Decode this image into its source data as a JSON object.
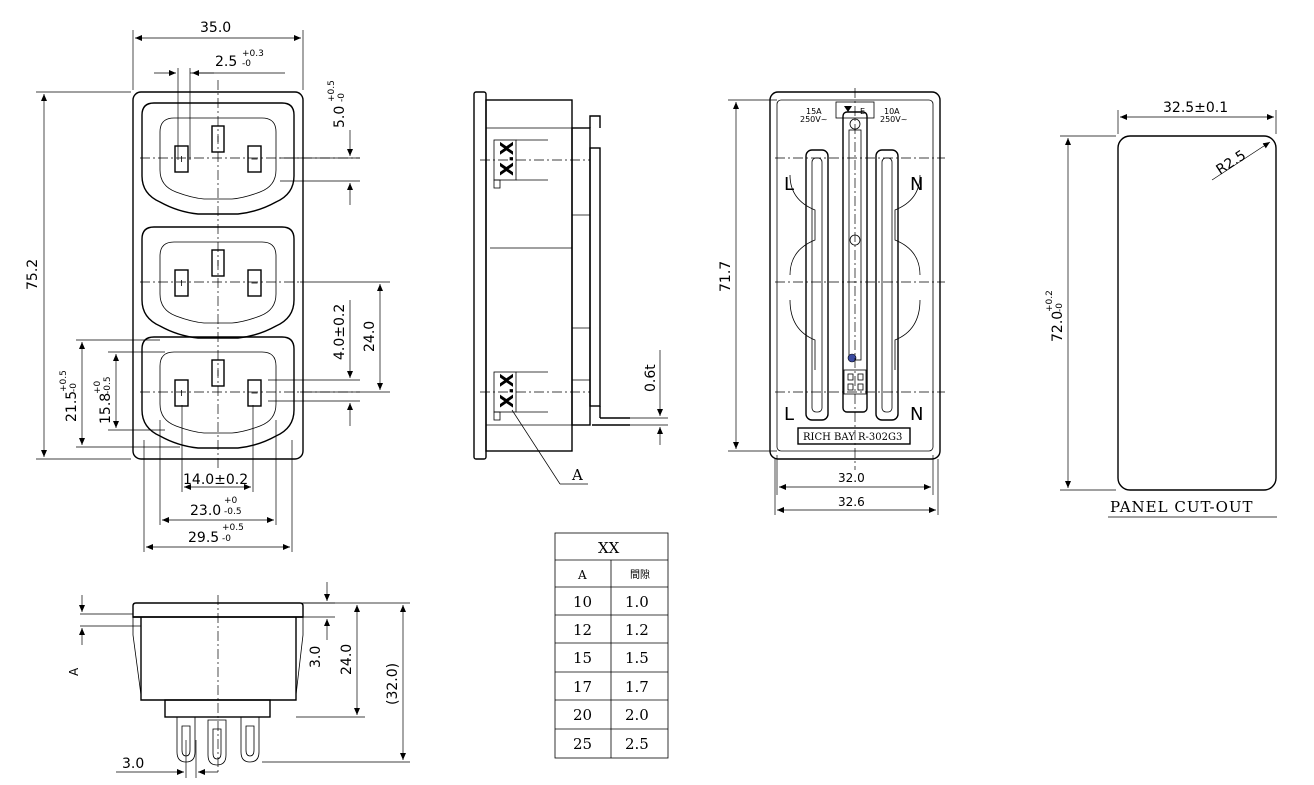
{
  "front_view": {
    "width": "35.0",
    "pin_offset": "2.5",
    "pin_offset_tol_plus": "+0.3",
    "pin_offset_tol_minus": "-0",
    "top_offset": "5.0",
    "top_offset_tol_plus": "+0.5",
    "top_offset_tol_minus": "-0",
    "total_height": "75.2",
    "pin_pitch": "4.0±0.2",
    "pitch_height": "24.0",
    "outer_height": "21.5",
    "outer_height_tol_plus": "+0.5",
    "outer_height_tol_minus": "-0",
    "inner_height": "15.8",
    "inner_height_tol_plus": "+0",
    "inner_height_tol_minus": "-0.5",
    "pin_span": "14.0±0.2",
    "inner_width": "23.0",
    "inner_width_tol_plus": "+0",
    "inner_width_tol_minus": "-0.5",
    "outer_width": "29.5",
    "outer_width_tol_plus": "+0.5",
    "outer_width_tol_minus": "-0"
  },
  "side_view": {
    "marking": "X.X",
    "plate_thickness": "0.6t",
    "callout": "A"
  },
  "rear_view": {
    "height": "71.7",
    "inner_width": "32.0",
    "outer_width": "32.6",
    "rating_left_current": "15A",
    "rating_left_voltage": "250V~",
    "rating_right_current": "10A",
    "rating_right_voltage": "250V~",
    "earth_label": "E",
    "line_label": "L",
    "neutral_label": "N",
    "brand_label": "RICH BAY R-302G3"
  },
  "panel_cutout": {
    "width": "32.5±0.1",
    "height": "72.0",
    "height_tol_plus": "+0.2",
    "height_tol_minus": "-0",
    "radius": "R2.5",
    "title": "PANEL CUT-OUT"
  },
  "bottom_view": {
    "flange": "3.0",
    "body_depth": "24.0",
    "total_depth": "(32.0)",
    "pin_pitch": "3.0",
    "callout": "A"
  },
  "thickness_table": {
    "title": "XX",
    "col_a": "A",
    "col_gap": "間隙",
    "rows": [
      {
        "a": "10",
        "gap": "1.0"
      },
      {
        "a": "12",
        "gap": "1.2"
      },
      {
        "a": "15",
        "gap": "1.5"
      },
      {
        "a": "17",
        "gap": "1.7"
      },
      {
        "a": "20",
        "gap": "2.0"
      },
      {
        "a": "25",
        "gap": "2.5"
      }
    ]
  }
}
